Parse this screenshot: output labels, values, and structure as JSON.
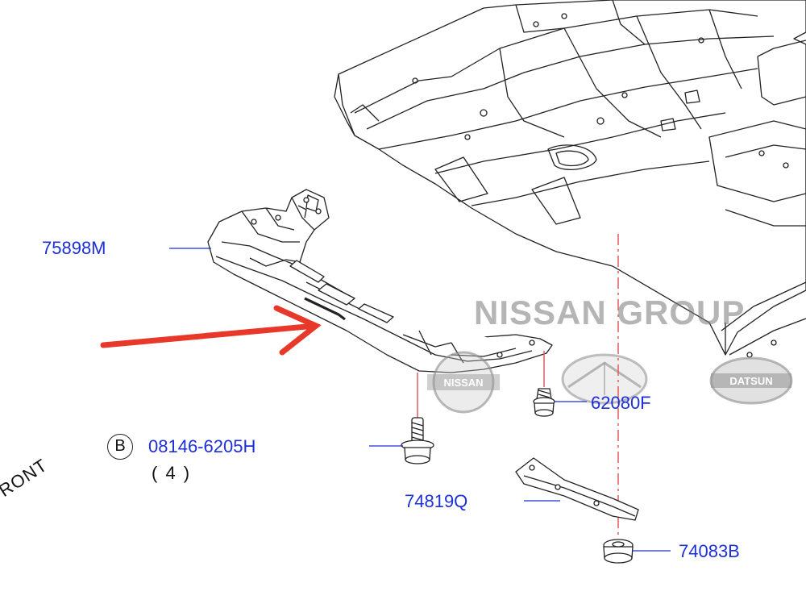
{
  "parts": {
    "undercover": "75898M",
    "bolt_ref": "B",
    "bolt": "08146-6205H",
    "bolt_qty": "( 4 )",
    "clip": "62080F",
    "bracket": "74819Q",
    "nut": "74083B"
  },
  "front_label": "RONT",
  "watermark": {
    "text": "NISSAN GROUP",
    "logos": [
      "NISSAN",
      "infiniti-logo",
      "DATSUN"
    ]
  },
  "colors": {
    "callout_text": "#1d2fd6",
    "arrow": "#e8382a",
    "centerline": "#e05b5b",
    "linework": "#222222"
  }
}
